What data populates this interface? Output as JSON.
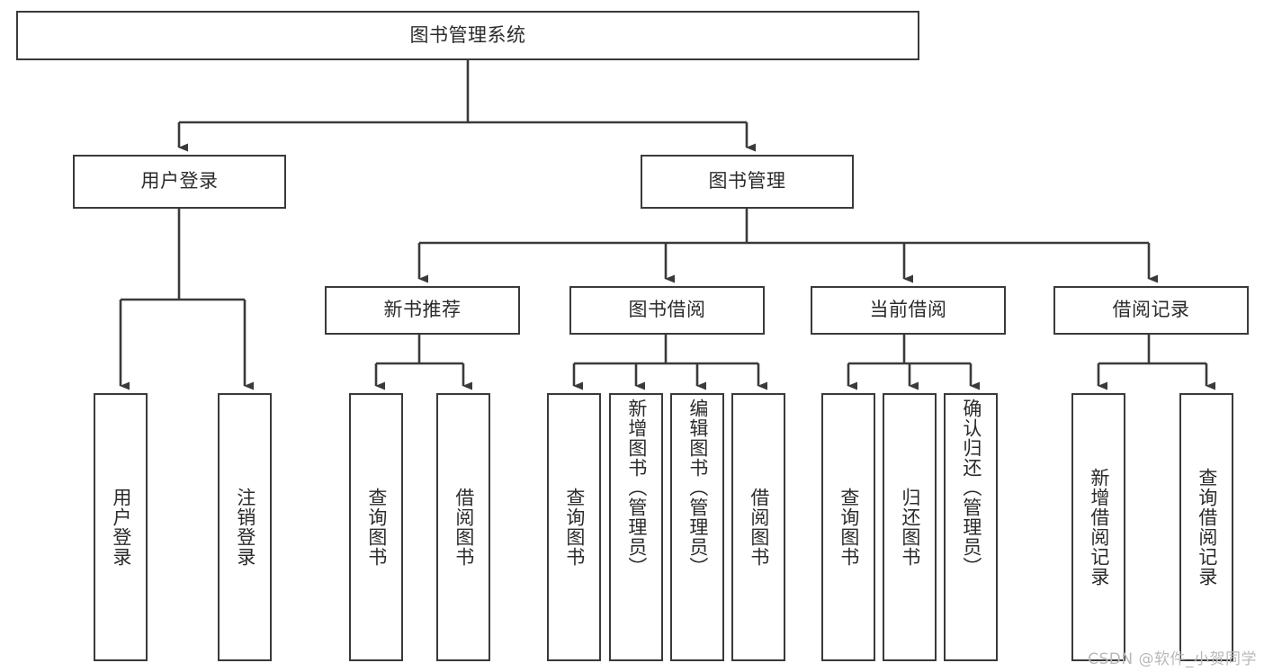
{
  "diagram": {
    "title": "图书管理系统",
    "root": {
      "id": "root",
      "label": "图书管理系统"
    },
    "level1": [
      {
        "id": "user-login",
        "label": "用户登录"
      },
      {
        "id": "book-manage",
        "label": "图书管理"
      }
    ],
    "level2": [
      {
        "id": "new-book-recommend",
        "label": "新书推荐",
        "parent": "book-manage"
      },
      {
        "id": "book-borrow",
        "label": "图书借阅",
        "parent": "book-manage"
      },
      {
        "id": "current-borrow",
        "label": "当前借阅",
        "parent": "book-manage"
      },
      {
        "id": "borrow-record",
        "label": "借阅记录",
        "parent": "book-manage"
      }
    ],
    "leaves": {
      "user-login": [
        {
          "id": "leaf-user-login",
          "label": "用户登录"
        },
        {
          "id": "leaf-user-logout",
          "label": "注销登录"
        }
      ],
      "new-book-recommend": [
        {
          "id": "leaf-query-book-1",
          "label": "查询图书"
        },
        {
          "id": "leaf-borrow-book-1",
          "label": "借阅图书"
        }
      ],
      "book-borrow": [
        {
          "id": "leaf-query-book-2",
          "label": "查询图书"
        },
        {
          "id": "leaf-add-book",
          "label": "新增图书（管理员）"
        },
        {
          "id": "leaf-edit-book",
          "label": "编辑图书（管理员）"
        },
        {
          "id": "leaf-borrow-book-2",
          "label": "借阅图书"
        }
      ],
      "current-borrow": [
        {
          "id": "leaf-query-book-3",
          "label": "查询图书"
        },
        {
          "id": "leaf-return-book",
          "label": "归还图书"
        },
        {
          "id": "leaf-confirm-return",
          "label": "确认归还（管理员）"
        }
      ],
      "borrow-record": [
        {
          "id": "leaf-add-record",
          "label": "新增借阅记录"
        },
        {
          "id": "leaf-query-record",
          "label": "查询借阅记录"
        }
      ]
    }
  },
  "watermark": {
    "text": "CSDN @软件_小贺同学"
  },
  "colors": {
    "stroke": "#3a3a3a",
    "text": "#2b2b2b",
    "background": "#ffffff",
    "watermark": "#b9b9b9"
  }
}
